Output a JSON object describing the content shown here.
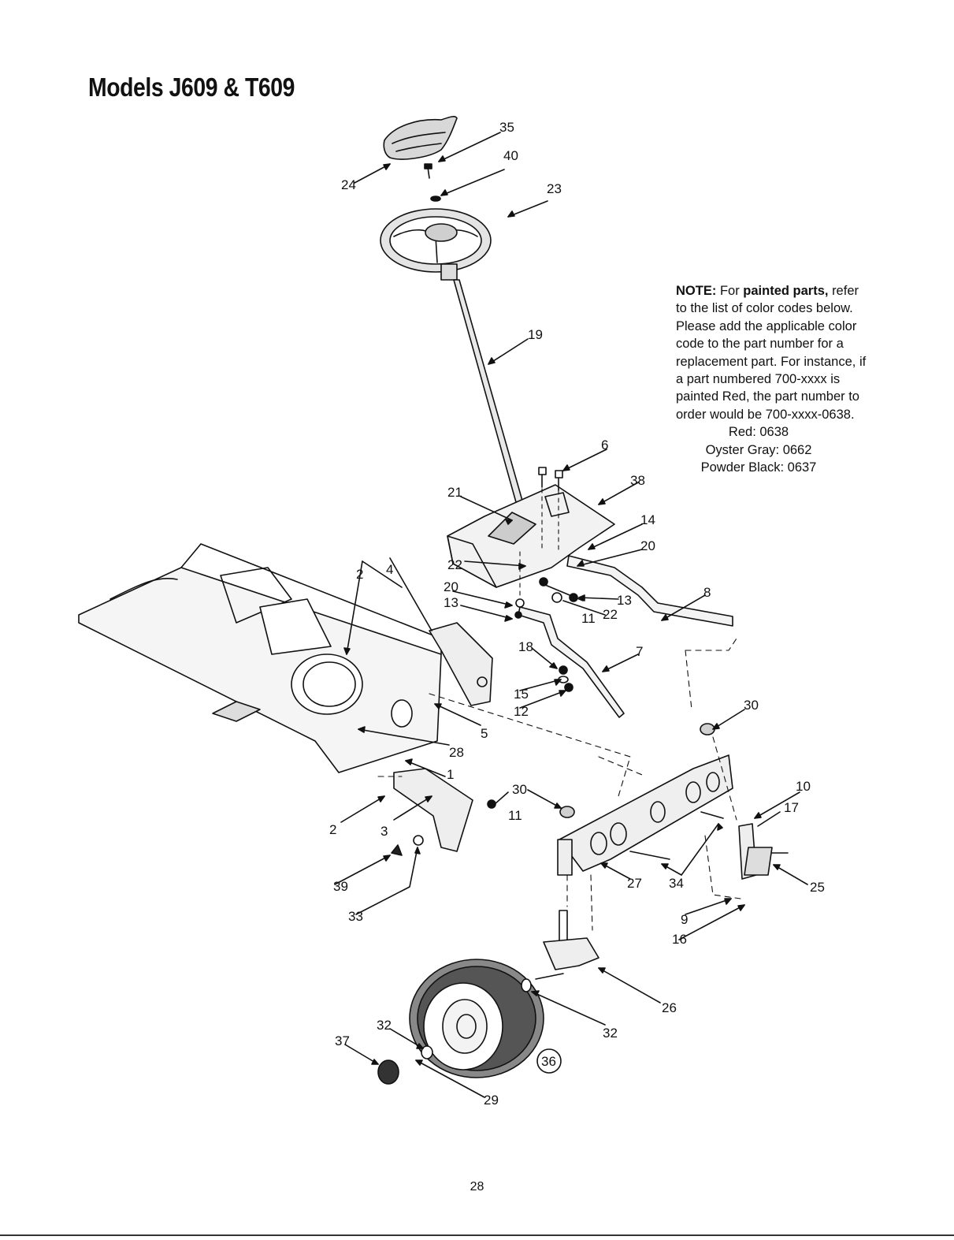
{
  "title": "Models J609 & T609",
  "note": {
    "lead": "NOTE:",
    "text_1": "For",
    "bold_1": "painted parts,",
    "text_2": "refer to the list of color codes below. Please add the applicable color code to the part number for a replacement part.  For instance, if a part numbered 700-xxxx is painted Red, the part number to order would be 700-xxxx-0638.",
    "codes": [
      "Red: 0638",
      "Oyster Gray: 0662",
      "Powder Black: 0637"
    ]
  },
  "callouts": [
    "35",
    "40",
    "24",
    "23",
    "19",
    "6",
    "38",
    "21",
    "14",
    "20",
    "22",
    "20",
    "13",
    "13",
    "22",
    "11",
    "8",
    "2",
    "4",
    "18",
    "7",
    "15",
    "12",
    "5",
    "28",
    "30",
    "1",
    "30",
    "11",
    "10",
    "17",
    "2",
    "3",
    "39",
    "33",
    "27",
    "34",
    "25",
    "9",
    "16",
    "26",
    "32",
    "32",
    "37",
    "29",
    "36"
  ],
  "page_number": "28"
}
